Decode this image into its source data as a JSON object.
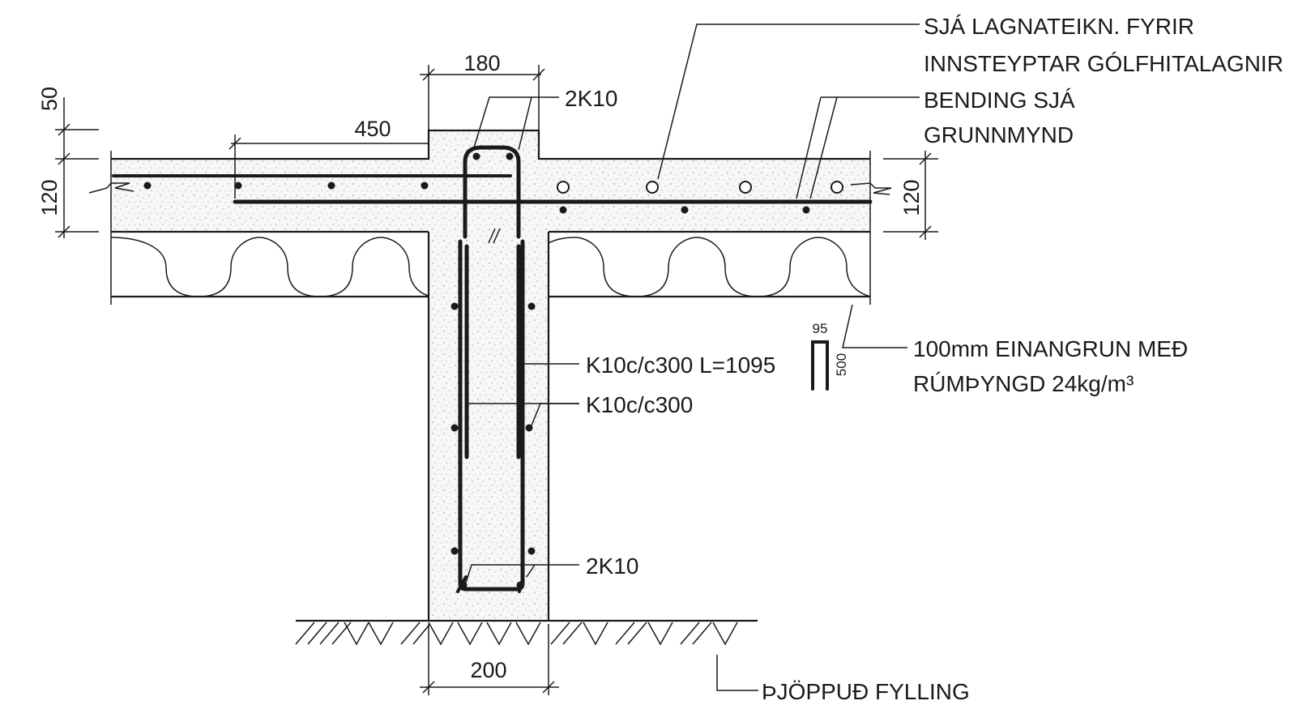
{
  "dimensions": {
    "beam_width_top": "180",
    "slab_edge_offset": "450",
    "beam_upstand": "50",
    "slab_thickness_left": "120",
    "slab_thickness_right": "120",
    "wall_width_bottom": "200",
    "stirrup_width": "95",
    "stirrup_height": "500"
  },
  "labels": {
    "heating_note_line1": "SJÁ LAGNATEIKN. FYRIR",
    "heating_note_line2": "INNSTEYPTAR GÓLFHITALAGNIR",
    "reinforcement_note_line1": "BENDING SJÁ",
    "reinforcement_note_line2": "GRUNNMYND",
    "top_bars": "2K10",
    "stirrup_bars": "K10c/c300 L=1095",
    "wall_bars": "K10c/c300",
    "bottom_bars": "2K10",
    "insulation_line1": "100mm EINANGRUN MEÐ",
    "insulation_line2": "RÚMÞYNGD 24kg/m³",
    "fill_note": "ÞJÖPPUÐ FYLLING"
  }
}
